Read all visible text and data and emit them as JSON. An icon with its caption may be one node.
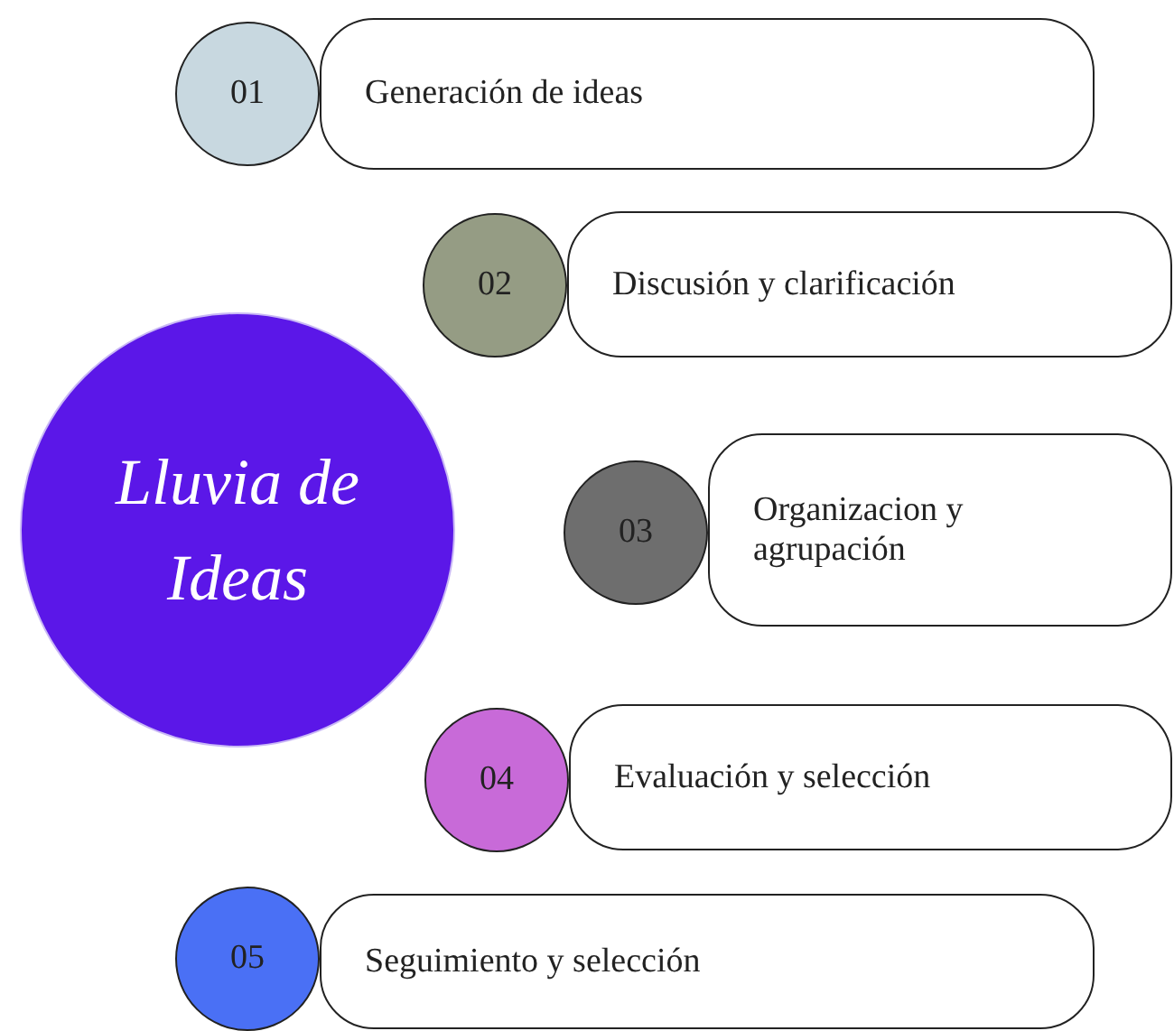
{
  "diagram": {
    "nodes": [
      {
        "text": [
          "Lluvia de Ideas"
        ]
      },
      {
        "text": [
          "Generación de ideas"
        ]
      },
      {
        "text": [
          "01"
        ]
      },
      {
        "text": [
          "Discusión y clarificación"
        ]
      },
      {
        "text": [
          "02"
        ]
      },
      {
        "text": [
          "Organizacion y agrupación"
        ]
      },
      {
        "text": [
          "03"
        ]
      },
      {
        "text": [
          "Evaluación y selección"
        ]
      },
      {
        "text": [
          "04"
        ]
      },
      {
        "text": [
          "Seguimiento y selección"
        ]
      },
      {
        "text": [
          "05"
        ]
      }
    ]
  }
}
